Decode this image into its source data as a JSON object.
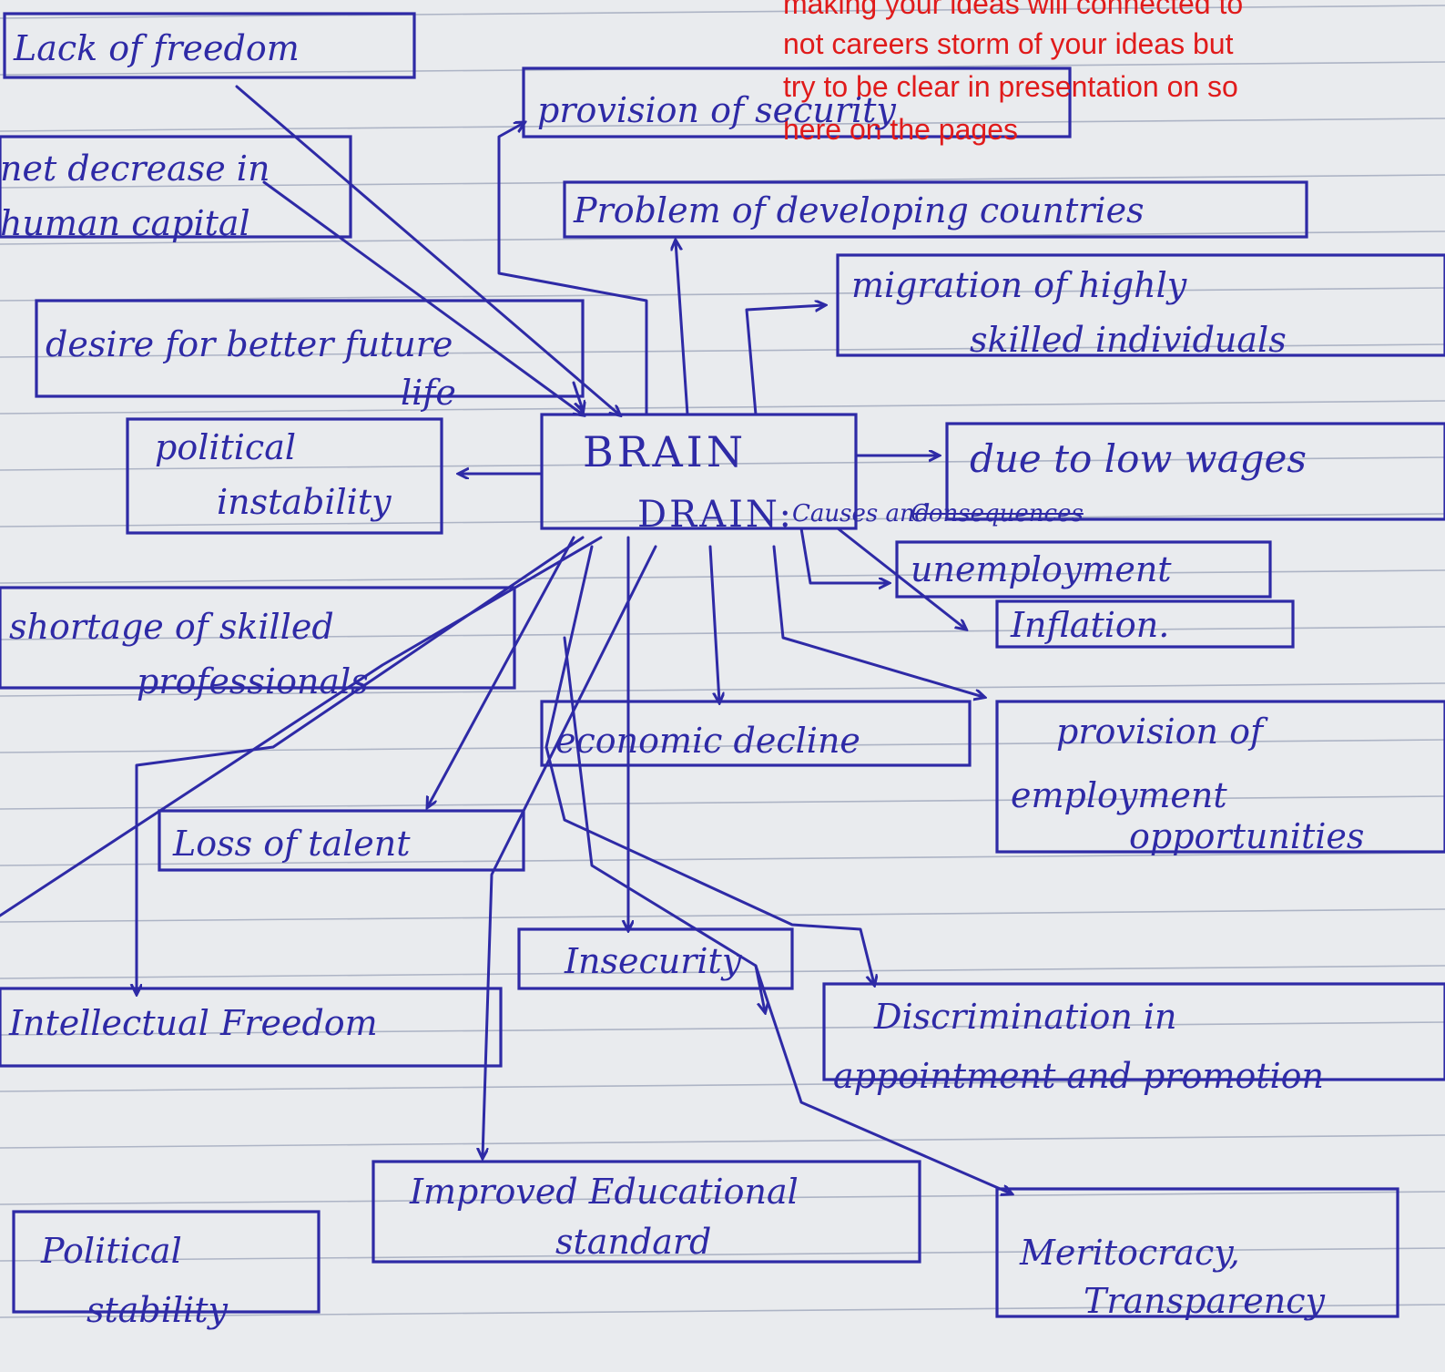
{
  "colors": {
    "paper": "#e9ebee",
    "rule": "#9aa2b8",
    "ink": "#2e2aa6",
    "annotation": "#e01b1b"
  },
  "annotation": {
    "lines": [
      "making your ideas will connected to",
      "not careers storm of your ideas but",
      "try to be clear in presentation on so",
      "here on the pages"
    ]
  },
  "center": {
    "line1": "BRAIN",
    "line2": "DRAIN:",
    "line2b": "Causes and",
    "line2c": "Consequences"
  },
  "nodes": {
    "lack_of_freedom": "Lack of freedom",
    "provision_of_security": "provision of security",
    "net_decrease_1": "net decrease in",
    "net_decrease_2": "human capital",
    "developing_countries": "Problem of developing countries",
    "migration_1": "migration of highly",
    "migration_2": "skilled individuals",
    "desire_1": "desire for better future",
    "desire_2": "life",
    "political_instability_1": "political",
    "political_instability_2": "instability",
    "low_wages": "due to low wages",
    "unemployment": "unemployment",
    "inflation": "Inflation.",
    "shortage_1": "shortage of skilled",
    "shortage_2": "professionals",
    "economic_decline": "economic decline",
    "employment_1": "provision of",
    "employment_2": "employment",
    "employment_3": "opportunities",
    "loss_of_talent": "Loss of talent",
    "insecurity": "Insecurity",
    "intellectual_freedom": "Intellectual Freedom",
    "discrimination_1": "Discrimination in",
    "discrimination_2": "appointment and promotion",
    "education_1": "Improved Educational",
    "education_2": "standard",
    "political_stability_1": "Political",
    "political_stability_2": "stability",
    "meritocracy_1": "Meritocracy,",
    "meritocracy_2": "Transparency"
  }
}
